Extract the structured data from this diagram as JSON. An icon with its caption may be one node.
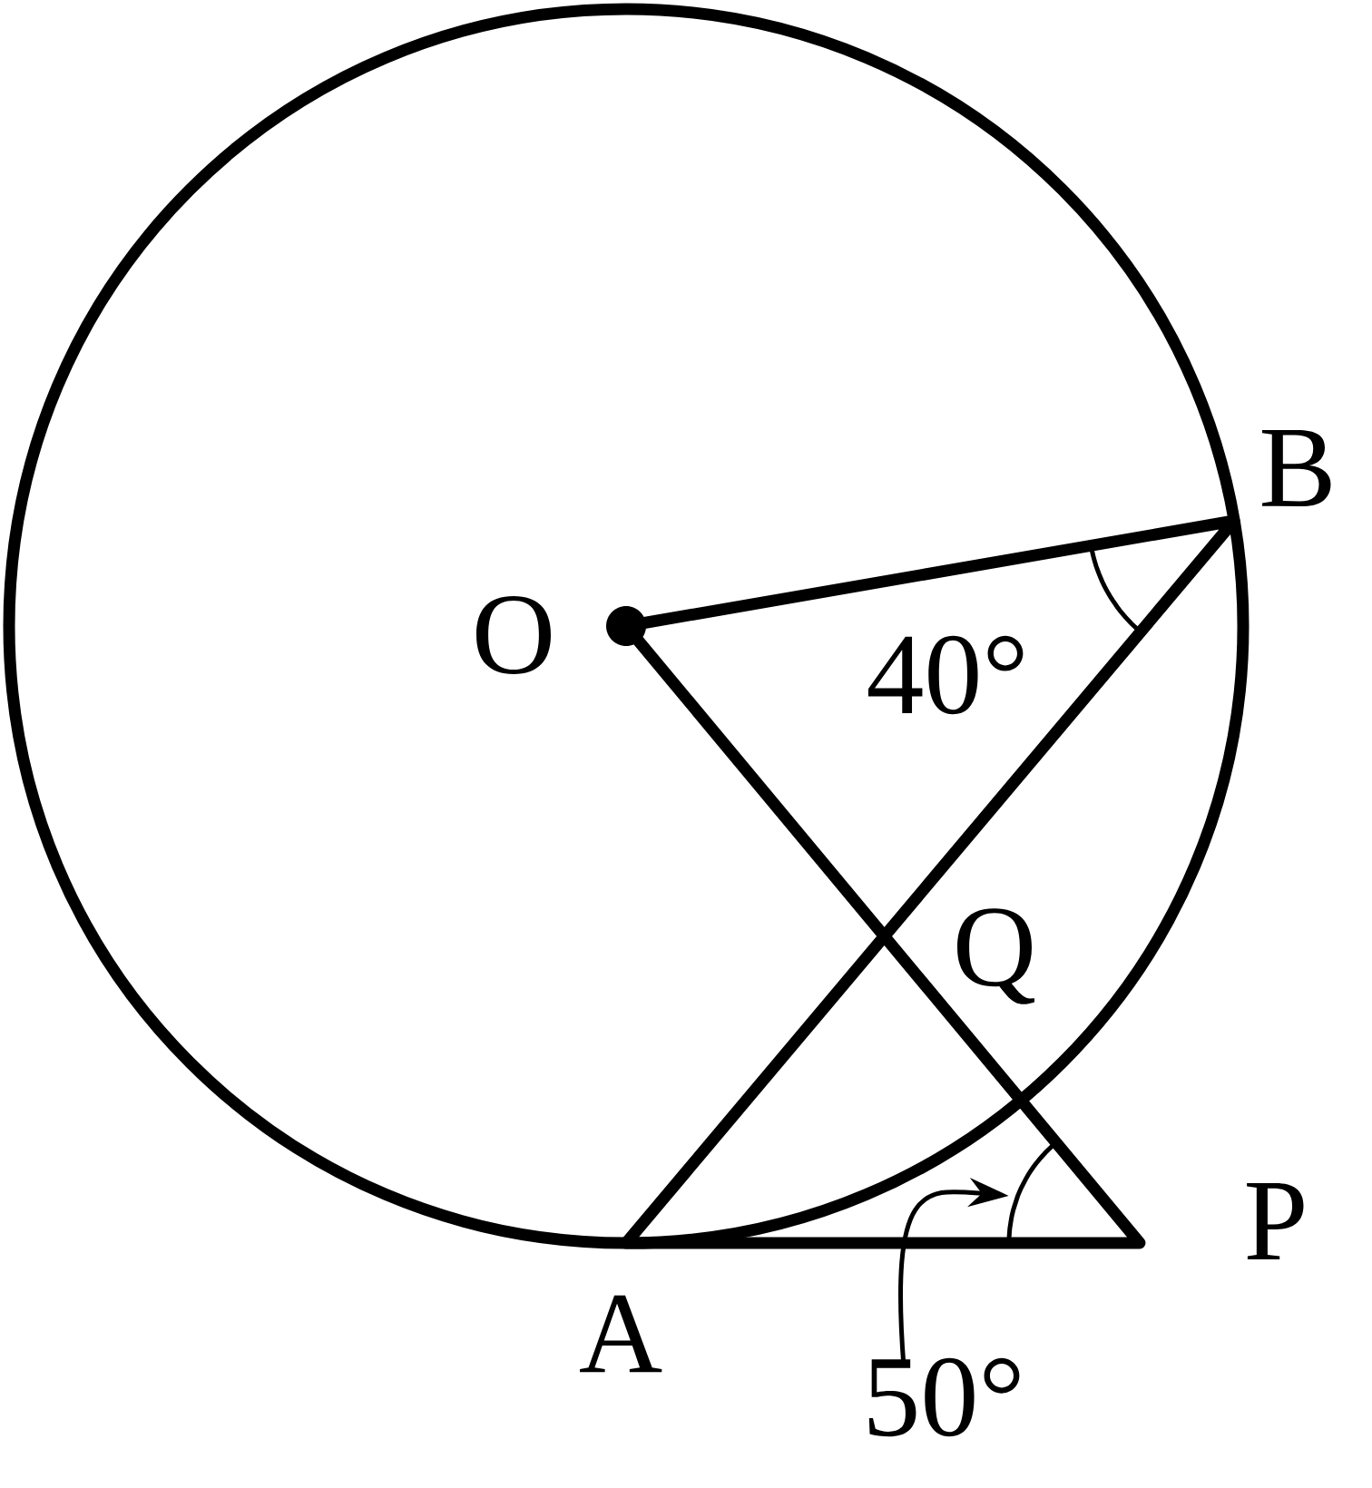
{
  "diagram": {
    "nodes": [
      {
        "text": [
          "50°"
        ]
      },
      {
        "text": [],
        "shape": "arc"
      }
    ],
    "edges": [
      {
        "from": 0,
        "to": 1,
        "arrow": "to"
      }
    ],
    "labels": [
      "B",
      "O",
      "40°",
      "Q",
      "P",
      "A"
    ]
  }
}
